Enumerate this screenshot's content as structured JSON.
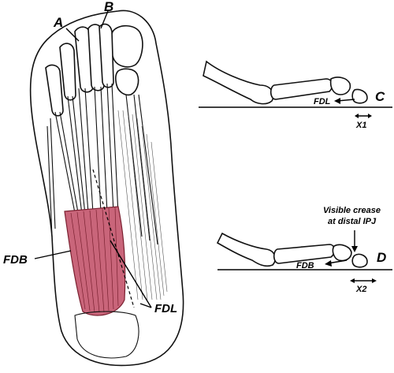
{
  "labels": {
    "A": "A",
    "B": "B",
    "C": "C",
    "D": "D",
    "FDB_left": "FDB",
    "FDL_bottom": "FDL",
    "FDL_side": "FDL",
    "FDB_side": "FDB",
    "X1": "X1",
    "X2": "X2",
    "crease_line1": "Visible crease",
    "crease_line2": "at distal IPJ"
  },
  "colors": {
    "muscle": "#c9657a",
    "muscle_light": "#e5a3b2",
    "outline": "#111111"
  }
}
